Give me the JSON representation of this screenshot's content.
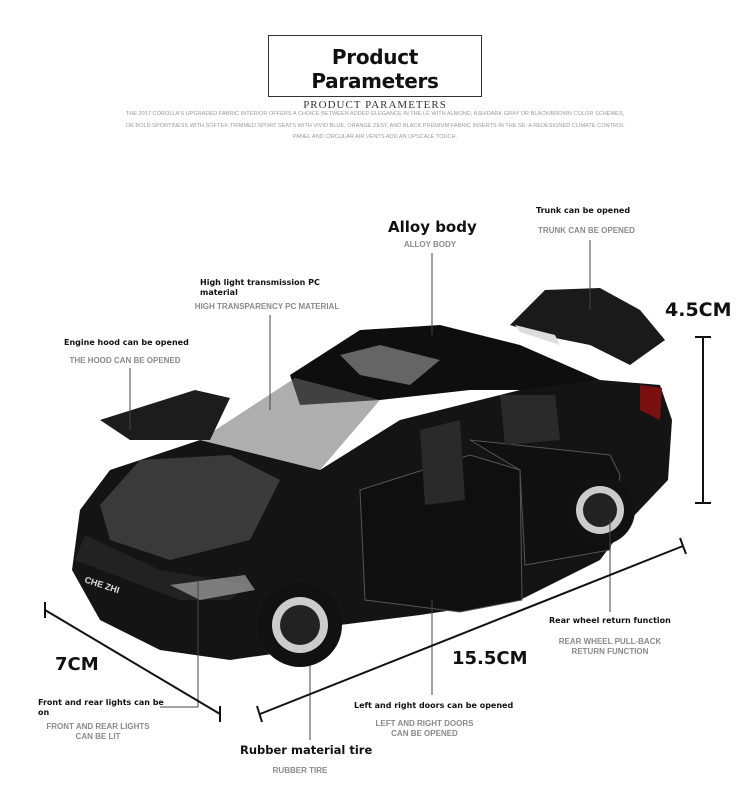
{
  "header": {
    "title": "Product Parameters",
    "subtitle": "PRODUCT PARAMETERS",
    "intro_lines": [
      "THE 2017 COROLLA'S UPGRADED FABRIC INTERIOR OFFERS A CHOICE BETWEEN ADDED ELEGANCE IN THE LE WITH ALMOND, ASH/DARK GRAY OR BLACK/BROWN COLOR SCHEMES,",
      "OR BOLD SPORTINESS WITH SOFTEX-TRIMMED SPORT SEATS WITH VIVID BLUE, ORANGE ZEST, AND BLACK PREMIUM FABRIC INSERTS IN THE SE. A REDESIGNED CLIMATE CONTROL",
      "PANEL AND CIRCULAR AIR VENTS ADD AN UPSCALE TOUCH."
    ]
  },
  "features": {
    "alloy": {
      "label": "Alloy body",
      "sub": "ALLOY BODY"
    },
    "trunk": {
      "label": "Trunk can be opened",
      "sub": "TRUNK CAN BE OPENED"
    },
    "pc": {
      "label_line1": "High light transmission PC",
      "label_line2": "material",
      "sub": "HIGH TRANSPARENCY PC MATERIAL"
    },
    "hood": {
      "label": "Engine hood can be opened",
      "sub": "THE HOOD CAN BE OPENED"
    },
    "rear_wheel": {
      "label": "Rear wheel return function",
      "sub_line1": "REAR WHEEL PULL-BACK",
      "sub_line2": "RETURN FUNCTION"
    },
    "lights": {
      "label_line1": "Front and rear lights can be",
      "label_line2": "on",
      "sub_line1": "FRONT AND REAR LIGHTS",
      "sub_line2": "CAN BE LIT"
    },
    "doors": {
      "label": "Left and right doors can be opened",
      "sub_line1": "LEFT AND RIGHT DOORS",
      "sub_line2": "CAN BE OPENED"
    },
    "tire": {
      "label": "Rubber material tire",
      "sub": "RUBBER TIRE"
    }
  },
  "dimensions": {
    "height": "4.5CM",
    "length": "15.5CM",
    "width": "7CM"
  },
  "car": {
    "plate": "CHE ZHI",
    "body_color": "#141414"
  }
}
